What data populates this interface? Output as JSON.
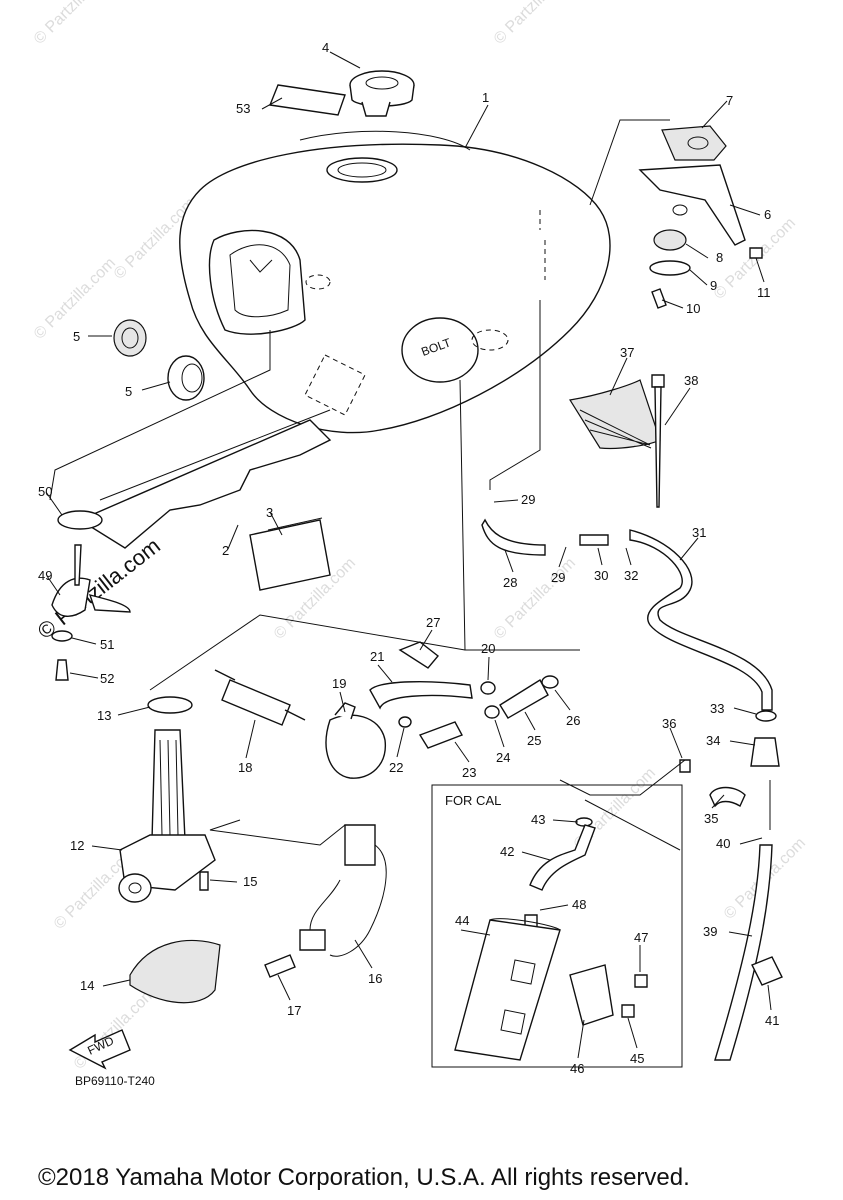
{
  "callouts": [
    {
      "n": "1"
    },
    {
      "n": "2"
    },
    {
      "n": "3"
    },
    {
      "n": "4"
    },
    {
      "n": "5"
    },
    {
      "n": "5"
    },
    {
      "n": "6"
    },
    {
      "n": "7"
    },
    {
      "n": "8"
    },
    {
      "n": "9"
    },
    {
      "n": "10"
    },
    {
      "n": "11"
    },
    {
      "n": "12"
    },
    {
      "n": "13"
    },
    {
      "n": "14"
    },
    {
      "n": "15"
    },
    {
      "n": "16"
    },
    {
      "n": "17"
    },
    {
      "n": "18"
    },
    {
      "n": "19"
    },
    {
      "n": "20"
    },
    {
      "n": "21"
    },
    {
      "n": "22"
    },
    {
      "n": "23"
    },
    {
      "n": "24"
    },
    {
      "n": "25"
    },
    {
      "n": "26"
    },
    {
      "n": "27"
    },
    {
      "n": "28"
    },
    {
      "n": "29"
    },
    {
      "n": "29"
    },
    {
      "n": "30"
    },
    {
      "n": "31"
    },
    {
      "n": "32"
    },
    {
      "n": "33"
    },
    {
      "n": "34"
    },
    {
      "n": "35"
    },
    {
      "n": "36"
    },
    {
      "n": "37"
    },
    {
      "n": "38"
    },
    {
      "n": "39"
    },
    {
      "n": "40"
    },
    {
      "n": "41"
    },
    {
      "n": "42"
    },
    {
      "n": "43"
    },
    {
      "n": "44"
    },
    {
      "n": "45"
    },
    {
      "n": "46"
    },
    {
      "n": "47"
    },
    {
      "n": "48"
    },
    {
      "n": "49"
    },
    {
      "n": "50"
    },
    {
      "n": "51"
    },
    {
      "n": "52"
    },
    {
      "n": "53"
    }
  ],
  "inset_label": "FOR CAL",
  "fwd_label": "FWD",
  "drawing_code": "BP69110-T240",
  "watermark": "© Partzilla.com",
  "copyright": "©2018 Yamaha Motor Corporation, U.S.A. All rights reserved.",
  "colors": {
    "ink": "#111111",
    "watermark": "#dcdcdc",
    "background": "#ffffff"
  }
}
